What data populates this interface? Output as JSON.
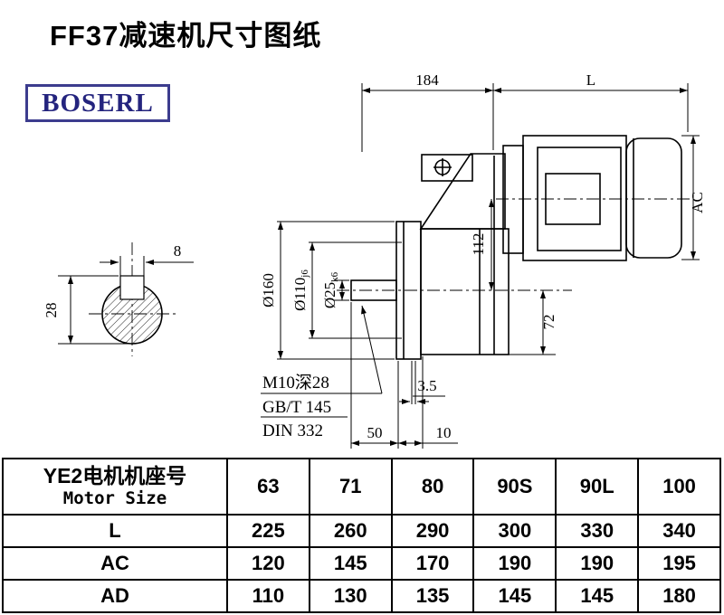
{
  "page": {
    "title": "FF37减速机尺寸图纸",
    "logo_text": "BOSERL",
    "colors": {
      "logo_text": "#24247e",
      "logo_border": "#3c3c8e",
      "line": "#000000"
    }
  },
  "drawing": {
    "top_width": "184",
    "top_length": "L",
    "motor_height": "AC",
    "key_width": "8",
    "section_height": "28",
    "flange_dia": "Ø160",
    "spigot_dia": "Ø110",
    "spigot_tol": "j6",
    "shaft_dia": "Ø25",
    "shaft_tol": "k6",
    "center_dim": "112",
    "foot_dim": "72",
    "tapped_hole": "M10深28",
    "standard_gb": "GB/T 145",
    "standard_din": "DIN 332",
    "plate_thickness": "3.5",
    "shaft_length": "50",
    "flange_depth": "10"
  },
  "table": {
    "header": {
      "label_cn": "YE2电机机座号",
      "label_en": "Motor Size",
      "sizes": [
        "63",
        "71",
        "80",
        "90S",
        "90L",
        "100"
      ]
    },
    "rows": [
      {
        "label": "L",
        "values": [
          "225",
          "260",
          "290",
          "300",
          "330",
          "340"
        ]
      },
      {
        "label": "AC",
        "values": [
          "120",
          "145",
          "170",
          "190",
          "190",
          "195"
        ]
      },
      {
        "label": "AD",
        "values": [
          "110",
          "130",
          "135",
          "145",
          "145",
          "180"
        ]
      }
    ]
  }
}
